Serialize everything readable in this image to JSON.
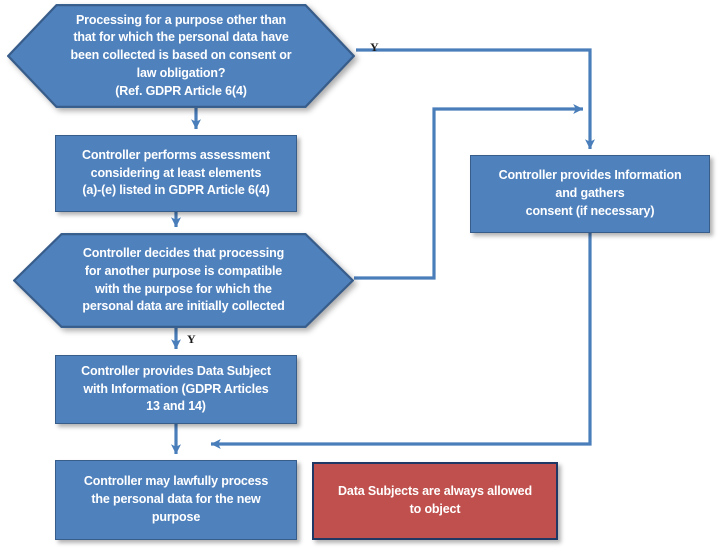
{
  "diagram": {
    "title": "GDPR Article 6(4) further-processing decision flow",
    "colors": {
      "node_fill": "#4F81BD",
      "node_border": "#385D8A",
      "danger_fill": "#C0504D",
      "danger_border": "#1F3864",
      "connector": "#4A7EBB",
      "text": "#FFFFFF",
      "label_text": "#1A1A1A",
      "background": "#FFFFFF"
    },
    "nodes": {
      "decision_consent_or_law": {
        "shape": "hexagon",
        "text": "Processing for a purpose other than\nthat for which the personal data have\nbeen collected is based on consent or\nlaw obligation?\n(Ref. GDPR Article 6(4)"
      },
      "controller_assessment": {
        "shape": "rectangle",
        "text": "Controller performs assessment\nconsidering at least  elements\n(a)-(e) listed in GDPR Article 6(4)"
      },
      "decision_compatible": {
        "shape": "hexagon",
        "text": "Controller decides  that processing\nfor another purpose is compatible\nwith the purpose for which the\npersonal data are initially collected"
      },
      "controller_information_consent": {
        "shape": "rectangle",
        "text": "Controller provides Information\nand gathers\nconsent (if necessary)"
      },
      "controller_provides_information": {
        "shape": "rectangle",
        "text": "Controller provides Data Subject\nwith Information (GDPR Articles\n13 and 14)"
      },
      "controller_may_process": {
        "shape": "rectangle",
        "text": "Controller may lawfully process\nthe personal data for the new\npurpose"
      },
      "data_subjects_object": {
        "shape": "rectangle",
        "text": "Data Subjects are always allowed\nto object"
      }
    },
    "branch_labels": {
      "yes_top": "Y",
      "yes_middle": "Y"
    }
  }
}
